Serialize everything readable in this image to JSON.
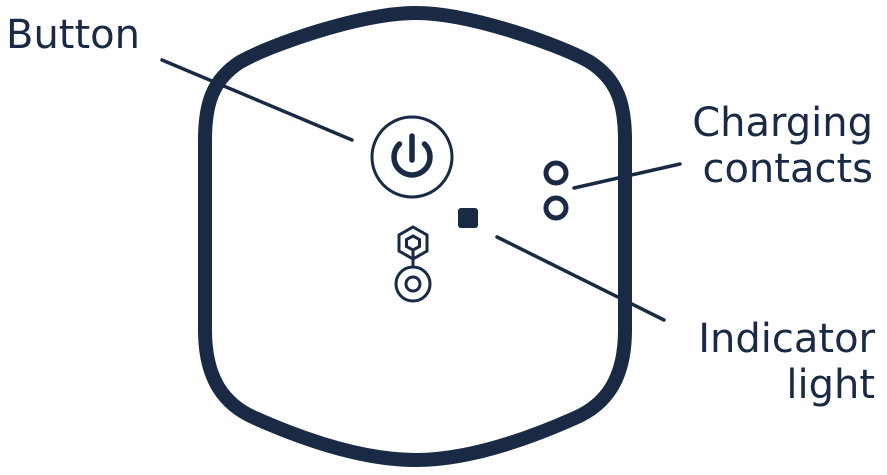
{
  "labels": {
    "button": "Button",
    "charging_line1": "Charging",
    "charging_line2": "contacts",
    "indicator_line1": "Indicator",
    "indicator_line2": "light"
  },
  "icons": {
    "power": "power-icon",
    "logo": "hexagon-circle-logo-icon"
  },
  "colors": {
    "stroke": "#1a2a44",
    "background": "#ffffff"
  }
}
